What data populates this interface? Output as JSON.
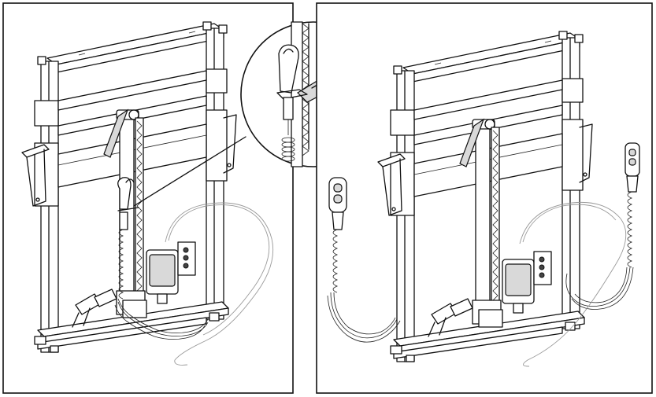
{
  "figure": {
    "panels": [
      {
        "name": "before-panel",
        "shows": [
          "frame",
          "actuator",
          "control-box",
          "hand-control-hooked"
        ]
      },
      {
        "name": "after-panel",
        "shows": [
          "frame",
          "actuator",
          "control-box",
          "hand-control-unhooked"
        ]
      }
    ],
    "callout": "magnified-hook-detail",
    "colors": {
      "line": "#111111",
      "cord": "#9a9a9a",
      "fill": "#ffffff"
    }
  }
}
